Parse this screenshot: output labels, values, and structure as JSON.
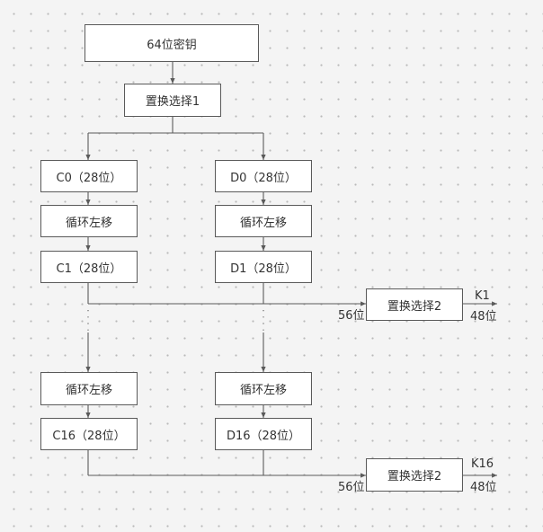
{
  "nodes": {
    "key": "64位密钥",
    "pc1": "置换选择1",
    "c0": "C0（28位）",
    "d0": "D0（28位）",
    "shift_c1": "循环左移",
    "shift_d1": "循环左移",
    "c1": "C1（28位）",
    "d1": "D1（28位）",
    "pc2_1": "置换选择2",
    "shift_c16": "循环左移",
    "shift_d16": "循环左移",
    "c16": "C16（28位）",
    "d16": "D16（28位）",
    "pc2_16": "置换选择2"
  },
  "labels": {
    "in1": "56位",
    "out1_name": "K1",
    "out1_bits": "48位",
    "in16": "56位",
    "out16_name": "K16",
    "out16_bits": "48位"
  },
  "colors": {
    "line": "#5a5a5a",
    "box_border": "#5a5a5a",
    "box_fill": "#ffffff"
  }
}
